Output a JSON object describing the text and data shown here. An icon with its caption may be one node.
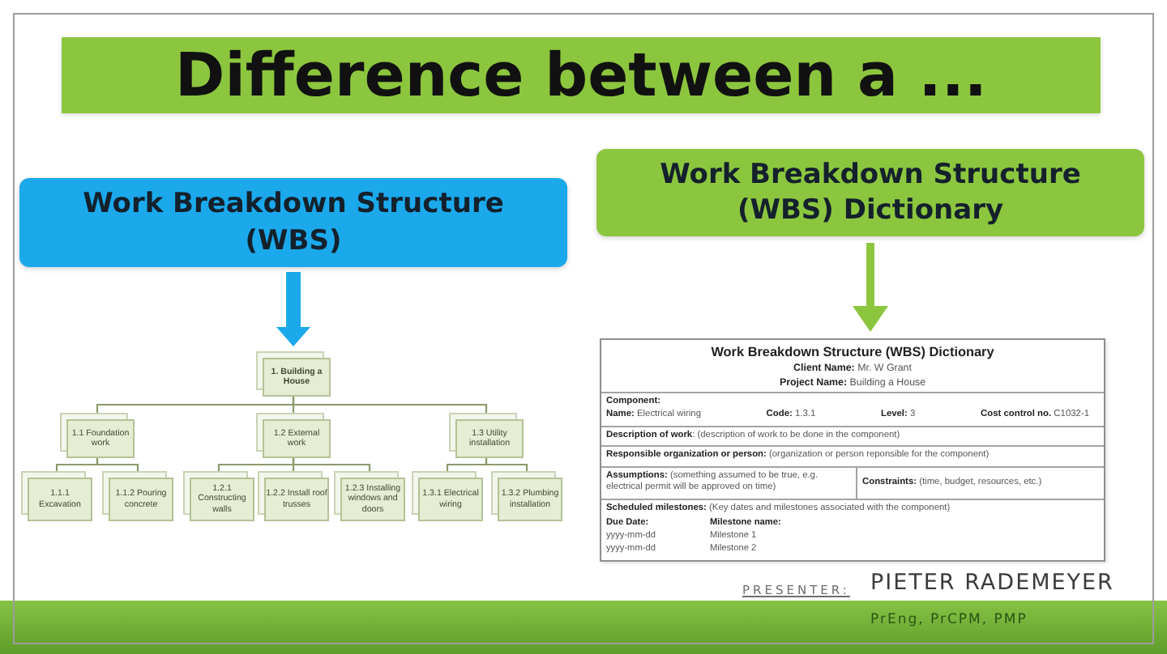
{
  "diagram": {
    "title": "Difference between a ...",
    "nodes": [
      {
        "text": [
          "Work Breakdown Structure (WBS)"
        ]
      },
      {
        "text": [
          "Work Breakdown Structure (WBS) Dictionary"
        ]
      },
      {
        "text": [
          "1. Building a House"
        ]
      },
      {
        "text": [
          "1.1 Foundation work"
        ]
      },
      {
        "text": [
          "1.2 External work"
        ]
      },
      {
        "text": [
          "1.3 Utility installation"
        ]
      },
      {
        "text": [
          "1.1.1 Excavation"
        ]
      },
      {
        "text": [
          "1.1.2 Pouring concrete"
        ]
      },
      {
        "text": [
          "1.2.1 Constructing walls"
        ]
      },
      {
        "text": [
          "1.2.2 Install roof trusses"
        ]
      },
      {
        "text": [
          "1.2.3 Installing windows and doors"
        ]
      },
      {
        "text": [
          "1.3.1 Electrical wiring"
        ]
      },
      {
        "text": [
          "1.3.2 Plumbing installation"
        ]
      },
      {
        "text": [
          "Work Breakdown Structure (WBS) Dictionary",
          "**Client Name:** Mr. W Grant",
          "**Project Name:** Building a House"
        ]
      },
      {
        "text": [
          "Component:",
          "**Name:** Electrical wiring",
          "**Code:** 1.3.1",
          "**Level:** 3",
          "**Cost control no.** C1032-1"
        ],
        "in": 13
      },
      {
        "text": [
          "**Description of work**: (description of work to be done in the component)"
        ],
        "in": 13
      },
      {
        "text": [
          "**Responsible organization or person:** (organization or person reponsible for the component)"
        ],
        "in": 13
      },
      {
        "text": [
          "**Assumptions:** (something assumed to be true, e.g. electrical permit will be approved on time)"
        ],
        "in": 13
      },
      {
        "text": [
          "**Constraints:** (time, budget, resources, etc.)"
        ],
        "in": 13
      },
      {
        "text": [
          "**Scheduled milestones:** (Key dates and milestones associated with the component)",
          "Due Date:",
          "Milestone name:",
          "yyyy-mm-dd",
          "Milestone 1",
          "yyyy-mm-dd",
          "Milestone 2"
        ],
        "in": 13
      }
    ],
    "edges": [
      {
        "from": 0,
        "to": 2,
        "arrow": "to",
        "style": "thick",
        "color": "#1ba9ec"
      },
      {
        "from": 1,
        "to": 13,
        "arrow": "to",
        "style": "thick",
        "color": "#8cc63f"
      },
      {
        "from": 2,
        "to": 3,
        "arrow": "none"
      },
      {
        "from": 2,
        "to": 4,
        "arrow": "none"
      },
      {
        "from": 2,
        "to": 5,
        "arrow": "none"
      },
      {
        "from": 3,
        "to": 6,
        "arrow": "none"
      },
      {
        "from": 3,
        "to": 7,
        "arrow": "none"
      },
      {
        "from": 4,
        "to": 8,
        "arrow": "none"
      },
      {
        "from": 4,
        "to": 9,
        "arrow": "none"
      },
      {
        "from": 4,
        "to": 10,
        "arrow": "none"
      },
      {
        "from": 5,
        "to": 11,
        "arrow": "none"
      },
      {
        "from": 5,
        "to": 12,
        "arrow": "none"
      }
    ],
    "labels": [
      "PRESENTER:",
      "PIETER RADEMEYER",
      "PrEng, PrCPM, PMP"
    ]
  }
}
